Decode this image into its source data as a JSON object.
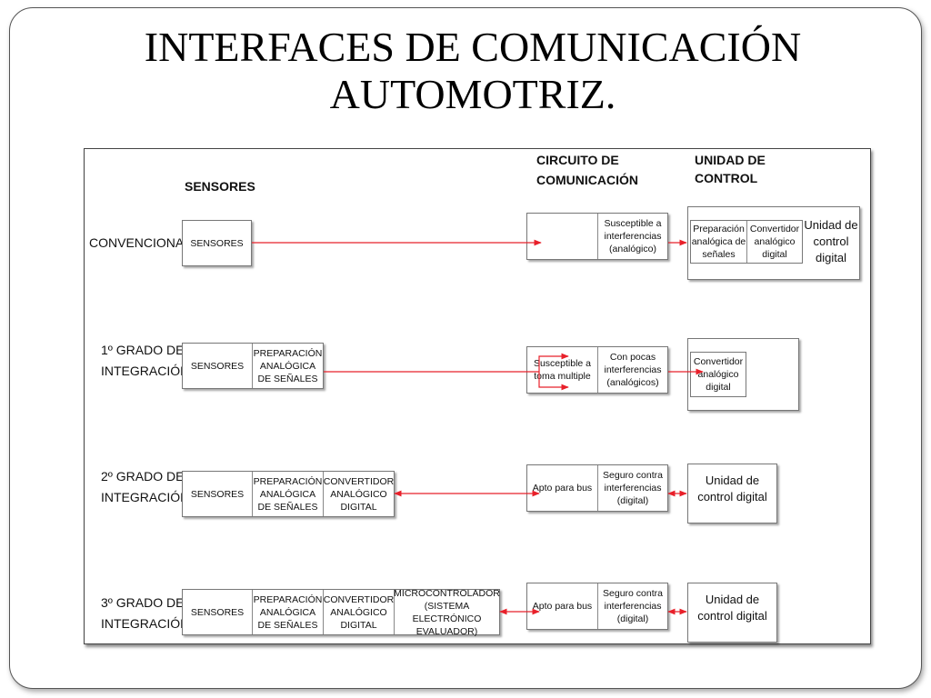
{
  "title": {
    "line1": "INTERFACES DE COMUNICACIÓN",
    "line2": "AUTOMOTRIZ."
  },
  "headers": {
    "sensores": "SENSORES",
    "circuito_1": "CIRCUITO DE",
    "circuito_2": "COMUNICACIÓN",
    "unidad_1": "UNIDAD DE",
    "unidad_2": "CONTROL"
  },
  "rows": {
    "convencional": {
      "label": "CONVENCIONAL",
      "sensores": "SENSORES",
      "circuit_right": "Susceptible a interferencias (analógico)",
      "control_prep": "Preparación analógica de señales",
      "control_conv": "Convertidor analógico digital",
      "control_unit": "Unidad de control digital"
    },
    "grado1": {
      "label_1": "1º GRADO DE",
      "label_2": "INTEGRACIÓN",
      "sensores": "SENSORES",
      "prep": "PREPARACIÓN ANALÓGICA DE SEÑALES",
      "circuit_left": "Susceptible a toma multiple",
      "circuit_right": "Con pocas interferencias (analógicos)",
      "control_conv": "Convertidor analógico digital"
    },
    "grado2": {
      "label_1": "2º GRADO DE",
      "label_2": "INTEGRACIÓN",
      "sensores": "SENSORES",
      "prep": "PREPARACIÓN ANALÓGICA DE SEÑALES",
      "conv": "CONVERTIDOR ANALÓGICO DIGITAL",
      "circuit_left": "Apto para bus",
      "circuit_right": "Seguro contra interferencias (digital)",
      "control_unit": "Unidad de control digital"
    },
    "grado3": {
      "label_1": "3º GRADO DE",
      "label_2": "INTEGRACIÓN",
      "sensores": "SENSORES",
      "prep": "PREPARACIÓN ANALÓGICA DE SEÑALES",
      "conv": "CONVERTIDOR ANALÓGICO DIGITAL",
      "micro": "MICROCONTROLADOR (SISTEMA ELECTRÓNICO EVALUADOR)",
      "circuit_left": "Apto para bus",
      "circuit_right": "Seguro contra interferencias (digital)",
      "control_unit": "Unidad de control digital"
    }
  },
  "colors": {
    "arrow": "#e8202a",
    "border": "#777777",
    "text": "#111111"
  }
}
